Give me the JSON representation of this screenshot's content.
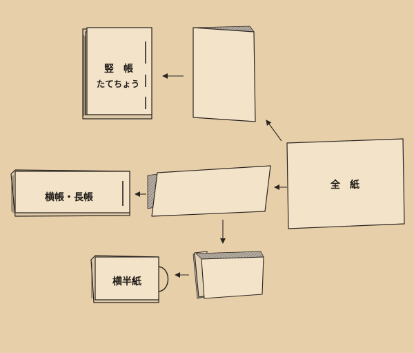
{
  "labels": {
    "tatecho_kanji": "竪　帳",
    "tatecho_kana": "たてちょう",
    "zenshi": "全　紙",
    "yokocho": "横帳・長帳",
    "yokohanshi": "横半紙"
  },
  "colors": {
    "paper_bg": "#e7cfa9",
    "sheet_fill": "#f3e4c9",
    "ink": "#2a2420",
    "hatch": "#8c857c"
  }
}
